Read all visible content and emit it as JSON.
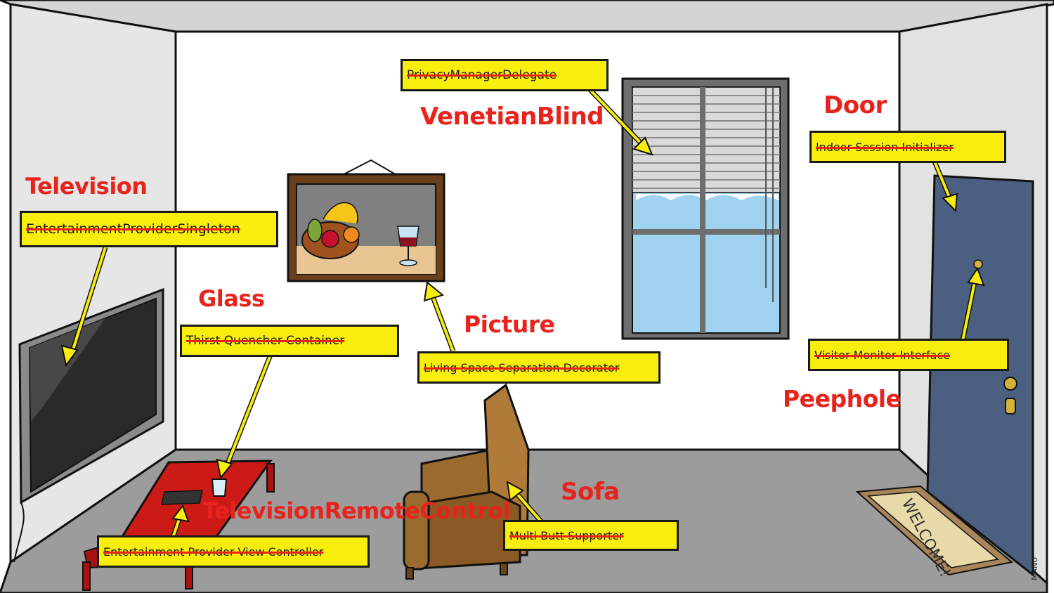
{
  "labels": {
    "television": "Television",
    "glass": "Glass",
    "venetian_blind": "VenetianBlind",
    "picture": "Picture",
    "door": "Door",
    "peephole": "Peephole",
    "sofa": "Sofa",
    "remote": "TelevisionRemoteControl"
  },
  "struck_tags": {
    "television": "EntertainmentProviderSingleton",
    "glass": "Thirst Quencher Container",
    "venetian_blind": "PrivacyManagerDelegate",
    "picture": "Living Space Separation Decorator",
    "door": "Indoor Session Initializer",
    "peephole": "Visitor Monitor Interface",
    "sofa": "Multi Butt Supporter",
    "remote": "Entertainment Provider View Controller"
  },
  "doormat_text": "WELCOME!",
  "signature": "MANU",
  "colors": {
    "label_red": "#e8231c",
    "tag_yellow": "#f7ee0d",
    "wall": "#ffffff",
    "side_wall": "#e3e3e3",
    "floor": "#9a9a9a",
    "door_blue": "#4b5f80",
    "table_red": "#cc1a16",
    "sofa_brown": "#9b6a2f"
  }
}
